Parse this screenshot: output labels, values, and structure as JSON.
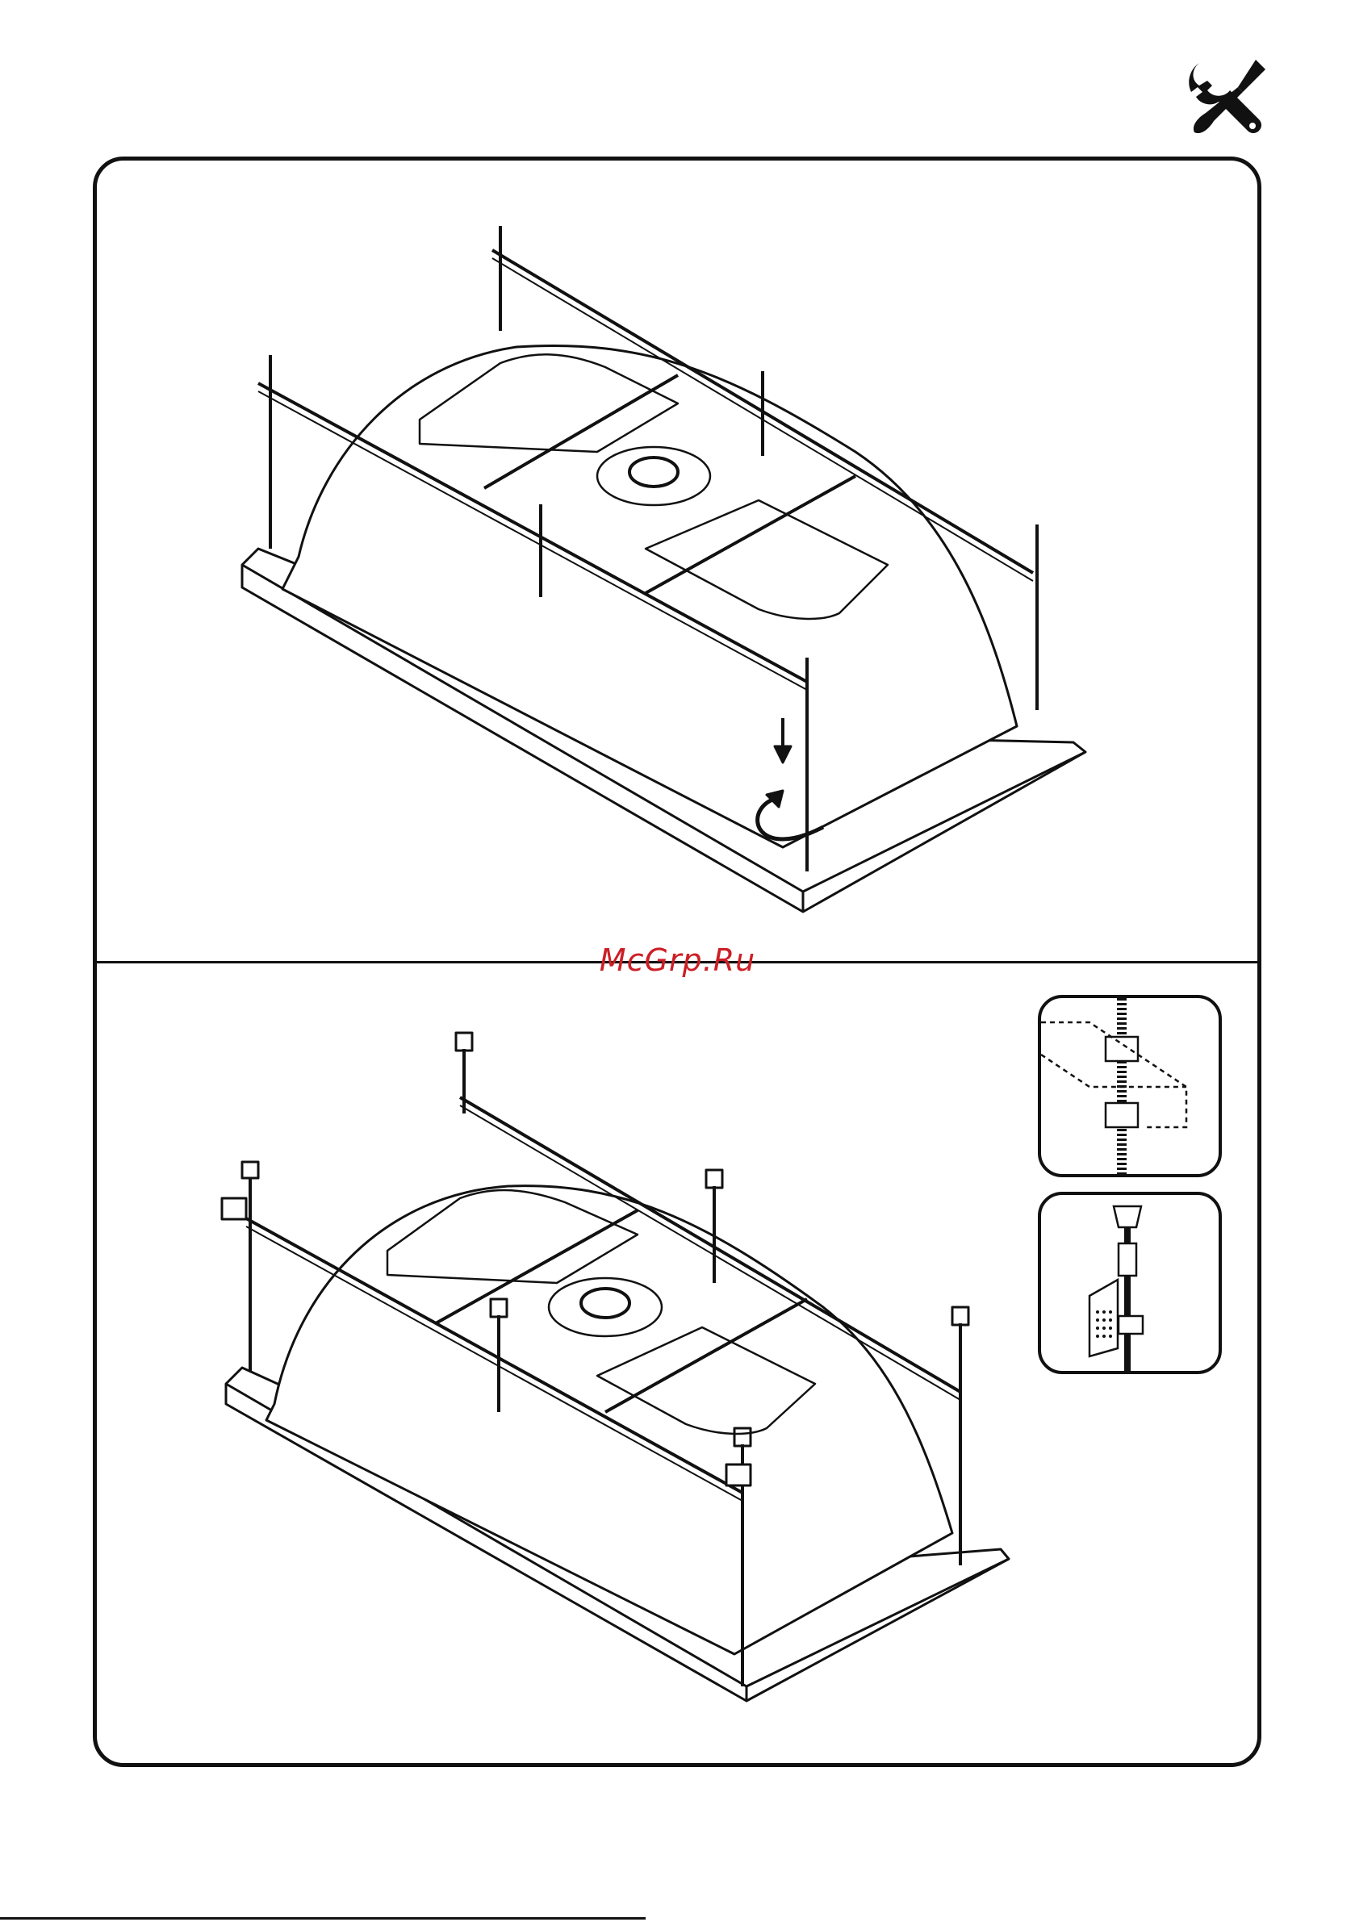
{
  "header": {
    "icon": "wrench-screwdriver-icon"
  },
  "watermark": {
    "text": "McGrp.Ru",
    "color": "#cc1f25"
  },
  "steps": [
    {
      "name": "step-1",
      "icons": [
        "arrow-down-icon",
        "rotate-arrow-icon"
      ]
    },
    {
      "name": "step-2",
      "icons": [
        "adjustable-leg-icon"
      ]
    }
  ],
  "details": [
    {
      "name": "detail-nut-lock",
      "icon": "threaded-rod-nuts-icon"
    },
    {
      "name": "detail-leg-bracket",
      "icon": "leg-bracket-icon"
    }
  ],
  "colors": {
    "line": "#111111",
    "background": "#ffffff",
    "watermark": "#cc1f25"
  }
}
